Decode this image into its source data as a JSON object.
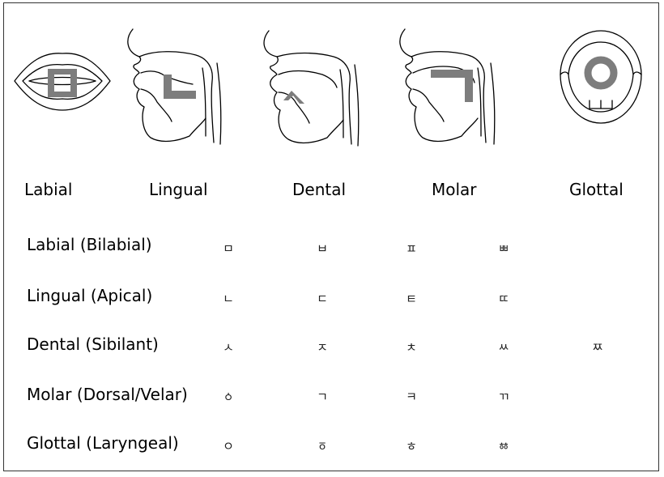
{
  "colors": {
    "glyph_gray": "#7d7d7d",
    "line": "#000000",
    "frame": "#333333"
  },
  "figures": [
    {
      "icon": "labial-mouth-front-icon",
      "letter": "ㅁ"
    },
    {
      "icon": "lingual-head-profile-icon",
      "letter": "ㄴ"
    },
    {
      "icon": "dental-head-profile-icon",
      "letter": "ㅅ"
    },
    {
      "icon": "molar-head-profile-icon",
      "letter": "ㄱ"
    },
    {
      "icon": "glottal-mouth-front-icon",
      "letter": "ㅇ"
    }
  ],
  "place_labels": [
    "Labial",
    "Lingual",
    "Dental",
    "Molar",
    "Glottal"
  ],
  "table": {
    "rows": [
      {
        "label": "Labial (Bilabial)",
        "letters": [
          "ㅁ",
          "ㅂ",
          "ㅍ",
          "ㅃ",
          ""
        ]
      },
      {
        "label": "Lingual (Apical)",
        "letters": [
          "ㄴ",
          "ㄷ",
          "ㅌ",
          "ㄸ",
          ""
        ]
      },
      {
        "label": "Dental (Sibilant)",
        "letters": [
          "ㅅ",
          "ㅈ",
          "ㅊ",
          "ㅆ",
          "ㅉ"
        ]
      },
      {
        "label": "Molar (Dorsal/Velar)",
        "letters": [
          "ㆁ",
          "ㄱ",
          "ㅋ",
          "ㄲ",
          ""
        ]
      },
      {
        "label": "Glottal (Laryngeal)",
        "letters": [
          "ㅇ",
          "ㆆ",
          "ㅎ",
          "ㆅ",
          ""
        ]
      }
    ]
  }
}
